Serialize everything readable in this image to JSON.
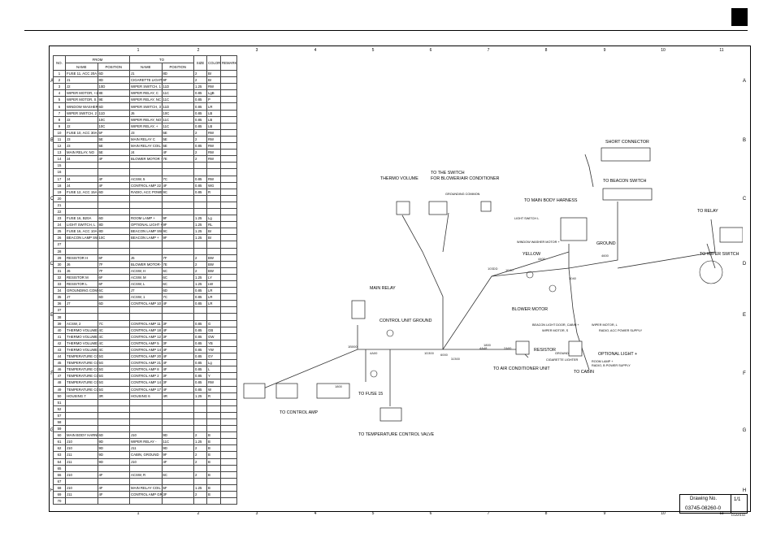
{
  "columns": [
    "1",
    "2",
    "3",
    "4",
    "5",
    "6",
    "7",
    "8",
    "9",
    "10",
    "11"
  ],
  "rows": [
    "A",
    "B",
    "C",
    "D",
    "E",
    "F",
    "G",
    "H"
  ],
  "table": {
    "h_no": "NO.",
    "h_from": "FROM",
    "h_to": "TO",
    "h_size": "SIZE",
    "h_color": "COLOR",
    "h_remarks": "REMARKS",
    "h_name": "NAME",
    "h_position": "POSITION",
    "rows": [
      [
        "1",
        "FUSE 11, ACC 20A",
        "6D",
        "J1",
        "8D",
        "2",
        "Br"
      ],
      [
        "2",
        "J1",
        "8D",
        "CIGARETTE LIGHTER +",
        "9F",
        "2",
        "Br"
      ],
      [
        "3",
        "J2",
        "10D",
        "WIPER SWITCH, 1",
        "11D",
        "1.25",
        "RW"
      ],
      [
        "4",
        "WIPER MOTOR, +1",
        "8E",
        "WIPER RELAY, C",
        "11C",
        "0.85",
        "LgB"
      ],
      [
        "5",
        "WIPER MOTOR, S",
        "9E",
        "WIPER RELAY, NC",
        "11C",
        "0.85",
        "P"
      ],
      [
        "6",
        "WINDOW WASHER MOTOR +",
        "6D",
        "WIPER SWITCH, 3",
        "11D",
        "0.85",
        "LR"
      ],
      [
        "7",
        "WIPER SWITCH, 2",
        "11D",
        "J6",
        "10C",
        "0.85",
        "LB"
      ],
      [
        "8",
        "J2",
        "10C",
        "WIPER RELAY, NO",
        "11C",
        "0.85",
        "LB"
      ],
      [
        "9",
        "J2",
        "10C",
        "WIPER RELAY, +",
        "11C",
        "0.85",
        "LB"
      ],
      [
        "10",
        "FUSE 10, ACC 30A",
        "5F",
        "J3",
        "5E",
        "2",
        "RW"
      ],
      [
        "11",
        "J3",
        "5E",
        "MAIN RELAY C",
        "5E",
        "2",
        "RW"
      ],
      [
        "12",
        "J3",
        "5E",
        "MAIN RELAY COIL +",
        "5E",
        "0.85",
        "RW"
      ],
      [
        "13",
        "MAIN RELAY, NO",
        "5E",
        "J4",
        "4F",
        "2",
        "RW"
      ],
      [
        "14",
        "J4",
        "4F",
        "BLOWER MOTOR +",
        "7E",
        "2",
        "RW"
      ],
      [
        "15",
        "",
        "",
        "",
        "",
        "",
        ""
      ],
      [
        "16",
        "",
        "",
        "",
        "",
        "",
        ""
      ],
      [
        "17",
        "J4",
        "4F",
        "ACSW, 5",
        "7C",
        "0.85",
        "RW"
      ],
      [
        "18",
        "J4",
        "4F",
        "CONTROL AMP 22",
        "4F",
        "0.85",
        "WG"
      ],
      [
        "19",
        "FUSE 12, ACC 15A",
        "6D",
        "RADIO, ACC POWER SUPPLY",
        "9C",
        "0.85",
        "R"
      ],
      [
        "20",
        "",
        "",
        "",
        "",
        "",
        ""
      ],
      [
        "21",
        "",
        "",
        "",
        "",
        "",
        ""
      ],
      [
        "22",
        "",
        "",
        "",
        "",
        "",
        ""
      ],
      [
        "23",
        "FUSE 16, B20A",
        "6D",
        "ROOM LAMP +",
        "9F",
        "1.25",
        "Lg"
      ],
      [
        "24",
        "LIGHT SWITCH, L",
        "8D",
        "OPTIONAL LIGHT +",
        "9F",
        "1.25",
        "RL"
      ],
      [
        "25",
        "FUSE 16, ACC 10A",
        "8D",
        "BEACON LAMP SWITCH 2",
        "9C",
        "1.25",
        "Br"
      ],
      [
        "26",
        "BEACON LAMP SWITCH 6",
        "10C",
        "BEACON LAMP +",
        "9F",
        "1.25",
        "Br"
      ],
      [
        "27",
        "",
        "",
        "",
        "",
        "",
        ""
      ],
      [
        "28",
        "",
        "",
        "",
        "",
        "",
        ""
      ],
      [
        "29",
        "RESISTOR H",
        "6F",
        "J6",
        "7F",
        "2",
        "BW"
      ],
      [
        "30",
        "J6",
        "7F",
        "BLOWER MOTOR-",
        "7E",
        "2",
        "BW"
      ],
      [
        "31",
        "J6",
        "7F",
        "ACSW, H",
        "6C",
        "2",
        "BW"
      ],
      [
        "32",
        "RESISTOR M",
        "6F",
        "ACSW, M",
        "6C",
        "1.25",
        "LY"
      ],
      [
        "33",
        "RESISTOR L",
        "6F",
        "ACSW, L",
        "6C",
        "1.25",
        "LW"
      ],
      [
        "34",
        "GROUNDING COMMON",
        "6C",
        "J7",
        "6D",
        "0.85",
        "LR"
      ],
      [
        "35",
        "J7",
        "6D",
        "ACSW, 1",
        "7C",
        "0.85",
        "LR"
      ],
      [
        "36",
        "J7",
        "6D",
        "CONTROL AMP 10",
        "4F",
        "0.85",
        "LR"
      ],
      [
        "37",
        "",
        "",
        "",
        "",
        "",
        ""
      ],
      [
        "38",
        "",
        "",
        "",
        "",
        "",
        ""
      ],
      [
        "39",
        "ACSW, 2",
        "7C",
        "CONTROL AMP 11",
        "3F",
        "0.85",
        "G"
      ],
      [
        "40",
        "THERMO VOLUME 1",
        "4C",
        "CONTROL AMP 18",
        "4F",
        "0.85",
        "GB"
      ],
      [
        "41",
        "THERMO VOLUME 2",
        "4C",
        "CONTROL AMP 12",
        "3F",
        "0.85",
        "GW"
      ],
      [
        "42",
        "THERMO VOLUME 3",
        "4C",
        "CONTROL AMP 5",
        "3F",
        "0.85",
        "YB"
      ],
      [
        "43",
        "THERMO VOLUME 4",
        "4C",
        "CONTROL AMP 14",
        "4F",
        "0.85",
        "YW"
      ],
      [
        "44",
        "TEMPERATURE CONTROL VALVE 1",
        "5G",
        "CONTROL AMP 20",
        "4F",
        "0.85",
        "GY"
      ],
      [
        "45",
        "TEMPERATURE CONTROL VALVE 2",
        "5G",
        "CONTROL AMP 21",
        "4F",
        "0.85",
        "Lg"
      ],
      [
        "46",
        "TEMPERATURE CONTROL VALVE 3",
        "5G",
        "CONTROL AMP 8",
        "4F",
        "0.85",
        "L"
      ],
      [
        "47",
        "TEMPERATURE CONTROL VALVE 4",
        "5G",
        "CONTROL AMP 2",
        "3F",
        "0.85",
        "Y"
      ],
      [
        "48",
        "TEMPERATURE CONTROL VALVE 5",
        "5G",
        "CONTROL AMP 14",
        "3F",
        "0.85",
        "RW"
      ],
      [
        "49",
        "TEMPERATURE CONTROL VALVE 6",
        "5G",
        "CONTROL AMP 17",
        "4F",
        "0.85",
        "W"
      ],
      [
        "50",
        "HOUSING 7",
        "3R",
        "HOUSING 6",
        "4R",
        "1.25",
        "R"
      ],
      [
        "51",
        "",
        "",
        "",
        "",
        "",
        ""
      ],
      [
        "52",
        "",
        "",
        "",
        "",
        "",
        ""
      ],
      [
        "57",
        "",
        "",
        "",
        "",
        "",
        ""
      ],
      [
        "58",
        "",
        "",
        "",
        "",
        "",
        ""
      ],
      [
        "59",
        "",
        "",
        "",
        "",
        "",
        ""
      ],
      [
        "60",
        "MAIN BODY HARNESS, GROUND",
        "6D",
        "J10",
        "9D",
        "2",
        "B"
      ],
      [
        "61",
        "J10",
        "9D",
        "WIPER RELAY -",
        "11C",
        "1.25",
        "B"
      ],
      [
        "62",
        "J10",
        "9D",
        "J11",
        "9D",
        "2",
        "B"
      ],
      [
        "63",
        "J11",
        "9D",
        "CABIN, GROUND",
        "9F",
        "2",
        "B"
      ],
      [
        "64",
        "J11",
        "9D",
        "J10",
        "4F",
        "2",
        "B"
      ],
      [
        "65",
        "",
        "",
        "",
        "",
        "",
        ""
      ],
      [
        "66",
        "J10",
        "4F",
        "ACSW, R",
        "6C",
        "2",
        "B"
      ],
      [
        "67",
        "",
        "",
        "",
        "",
        "",
        ""
      ],
      [
        "68",
        "J10",
        "4F",
        "MAIN RELAY COIL -",
        "5F",
        "1.25",
        "B"
      ],
      [
        "69",
        "J11",
        "4F",
        "CONTROL AMP GROUND",
        "3F",
        "2",
        "B"
      ],
      [
        "70",
        "",
        "",
        "",
        "",
        "",
        ""
      ]
    ]
  },
  "labels": {
    "short_connector": "SHORT CONNECTOR",
    "to_beacon_switch": "TO BEACON SWITCH",
    "thermo_volume": "THERMO VOLUME",
    "to_switch_line1": "TO THE SWITCH",
    "to_switch_line2": "FOR BLOWER/AIR CONDITIONER",
    "grounding_common": "GROUNDING COMMON",
    "to_main_body_harness": "TO MAIN BODY HARNESS",
    "to_relay": "TO RELAY",
    "light_switch_l": "LIGHT SWITCH L",
    "window_washer_motor": "WINDOW WASHER MOTOR +",
    "ground": "GROUND",
    "yellow": "YELLOW",
    "to_wiper_switch": "TO WIPER SWITCH",
    "main_relay": "MAIN RELAY",
    "control_unit_ground": "CONTROL UNIT GROUND",
    "blower_motor": "BLOWER MOTOR",
    "beacon_light": "BEACON LIGHT DOOR, CABIN +",
    "wiper_motor_l": "WIPER MOTOR, L",
    "wiper_motor_s": "WIPER MOTOR, S",
    "radio_acc": "RADIO, ACC POWER SUPPLY",
    "resistor": "RESISTOR",
    "ground2": "GROUND",
    "cigarette_lighter": "CIGARETTE LIGHTER",
    "optional_light": "OPTIONAL LIGHT +",
    "room_lamp": "ROOM LAMP +",
    "radio_b": "RADIO, B POWER SUPPLY",
    "to_air_conditioner_unit": "TO AIR CONDITIONER UNIT",
    "to_cabin": "TO CABIN",
    "to_fuse_15": "TO FUSE 15",
    "to_control_amp": "TO CONTROL AMP",
    "to_temperature_valve": "TO TEMPERATURE CONTROL VALVE",
    "wire_codes": [
      "103DD",
      "1B000",
      "4A00",
      "1D300",
      "4A48",
      "4600",
      "4400",
      "3040",
      "1800",
      "6000",
      "1800",
      "2A00",
      "3J300",
      "1D40"
    ]
  },
  "drawing": {
    "title": "Drawing No.",
    "number": "03745-08260-0",
    "page_num": "1",
    "page_den": "1",
    "code": "D1AH102"
  }
}
